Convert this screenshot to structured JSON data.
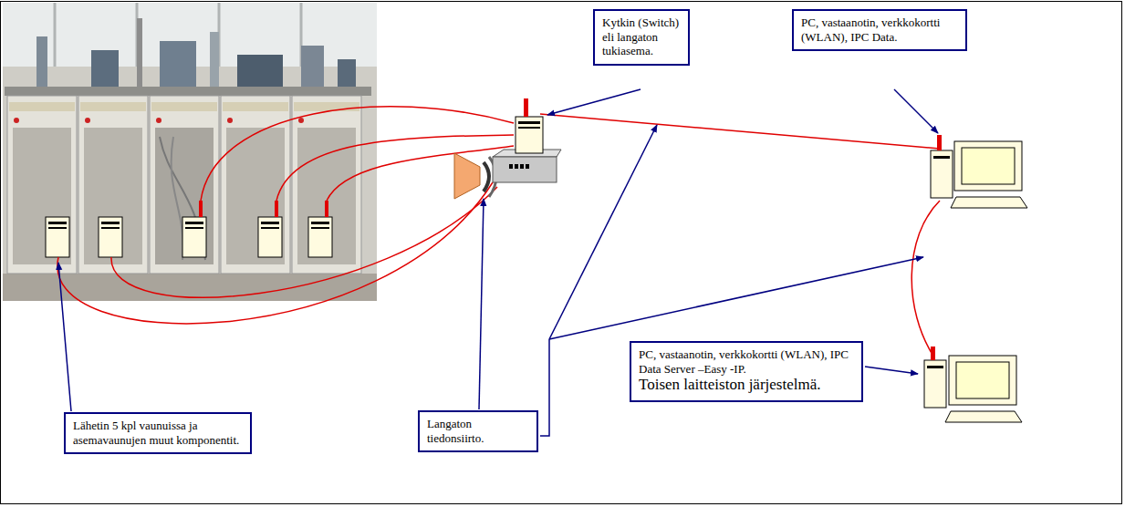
{
  "diagram": {
    "nodes": [
      {
        "text": [
          "Kytkin (Switch) eli langaton tukiasema."
        ]
      },
      {
        "text": [
          "PC, vastaanotin, verkkokortti (WLAN), IPC Data."
        ]
      },
      {
        "text": [
          "PC, vastaanotin, verkkokortti (WLAN), IPC Data Server –Easy -IP.",
          "Toisen laitteiston järjestelmä."
        ]
      },
      {
        "text": [
          "Lähetin 5 kpl vaunuissa ja asemavaunujen muut komponentit."
        ]
      },
      {
        "text": [
          "Langaton tiedonsiirto."
        ]
      }
    ]
  }
}
